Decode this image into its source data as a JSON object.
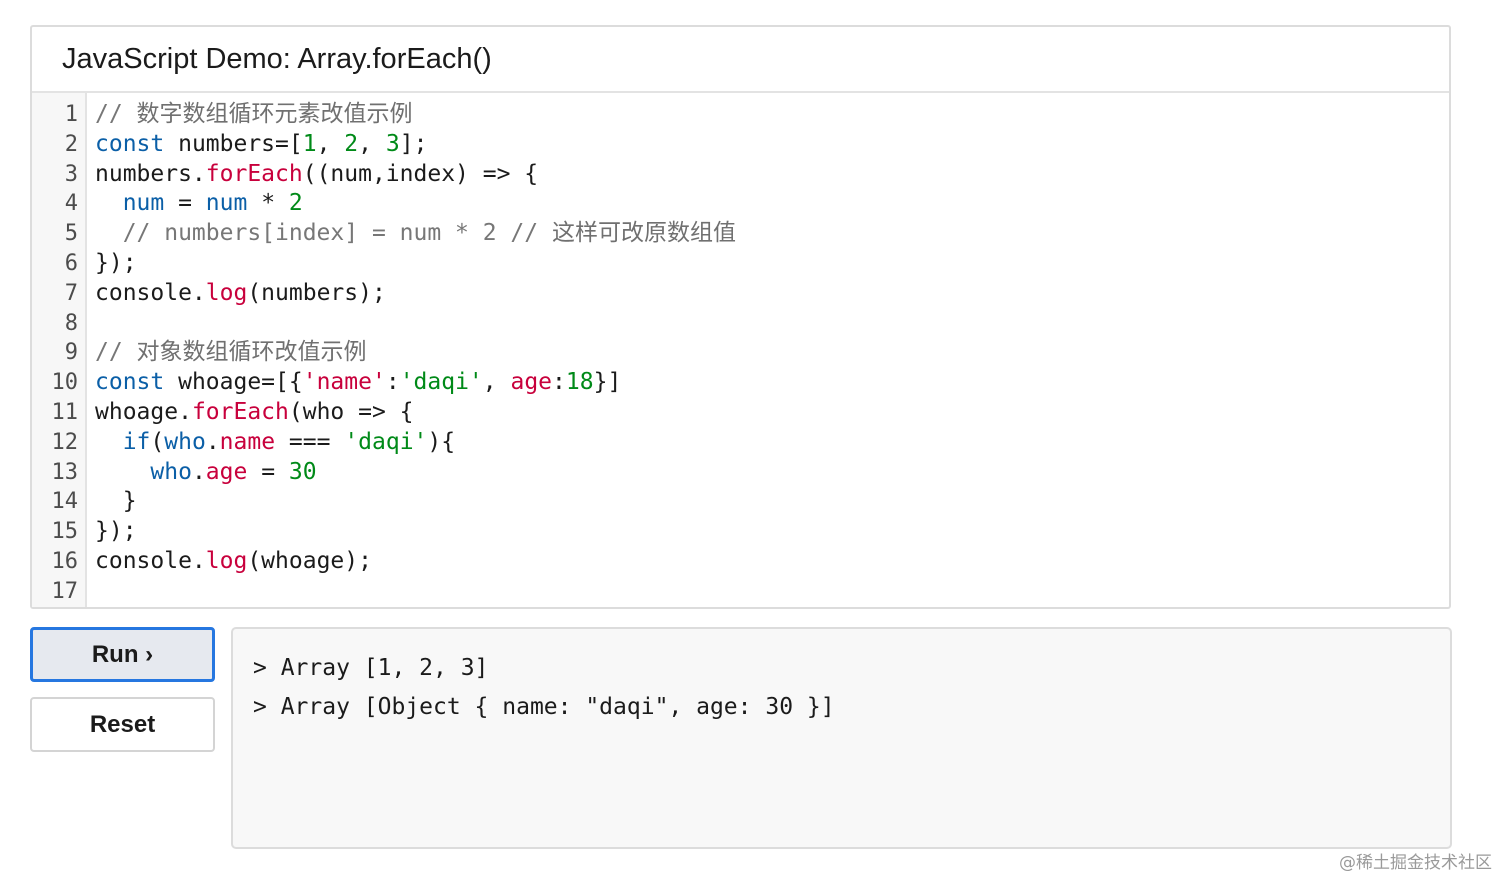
{
  "header": {
    "title": "JavaScript Demo: Array.forEach()"
  },
  "editor": {
    "line_numbers": [
      "1",
      "2",
      "3",
      "4",
      "5",
      "6",
      "7",
      "8",
      "9",
      "10",
      "11",
      "12",
      "13",
      "14",
      "15",
      "16",
      "17"
    ],
    "lines": [
      [
        {
          "t": "// ",
          "c": "cm"
        },
        {
          "t": "数字数组循环元素改值示例",
          "c": "cmcn"
        }
      ],
      [
        {
          "t": "const",
          "c": "kw"
        },
        {
          "t": " numbers=[",
          "c": ""
        },
        {
          "t": "1",
          "c": "num"
        },
        {
          "t": ", ",
          "c": ""
        },
        {
          "t": "2",
          "c": "num"
        },
        {
          "t": ", ",
          "c": ""
        },
        {
          "t": "3",
          "c": "num"
        },
        {
          "t": "];",
          "c": ""
        }
      ],
      [
        {
          "t": "numbers.",
          "c": ""
        },
        {
          "t": "forEach",
          "c": "fn"
        },
        {
          "t": "((num,index) => {",
          "c": ""
        }
      ],
      [
        {
          "t": "  ",
          "c": ""
        },
        {
          "t": "num",
          "c": "vr"
        },
        {
          "t": " = ",
          "c": ""
        },
        {
          "t": "num",
          "c": "vr"
        },
        {
          "t": " * ",
          "c": ""
        },
        {
          "t": "2",
          "c": "num"
        }
      ],
      [
        {
          "t": "  // numbers[index] = num * 2 // ",
          "c": "cm"
        },
        {
          "t": "这样可改原数组值",
          "c": "cmcn"
        }
      ],
      [
        {
          "t": "});",
          "c": ""
        }
      ],
      [
        {
          "t": "console.",
          "c": ""
        },
        {
          "t": "log",
          "c": "fn"
        },
        {
          "t": "(numbers);",
          "c": ""
        }
      ],
      [
        {
          "t": "",
          "c": ""
        }
      ],
      [
        {
          "t": "// ",
          "c": "cm"
        },
        {
          "t": "对象数组循环改值示例",
          "c": "cmcn"
        }
      ],
      [
        {
          "t": "const",
          "c": "kw"
        },
        {
          "t": " whoage=[{",
          "c": ""
        },
        {
          "t": "'name'",
          "c": "strkey"
        },
        {
          "t": ":",
          "c": ""
        },
        {
          "t": "'daqi'",
          "c": "str"
        },
        {
          "t": ", ",
          "c": ""
        },
        {
          "t": "age",
          "c": "strkey"
        },
        {
          "t": ":",
          "c": ""
        },
        {
          "t": "18",
          "c": "num"
        },
        {
          "t": "}]",
          "c": ""
        }
      ],
      [
        {
          "t": "whoage.",
          "c": ""
        },
        {
          "t": "forEach",
          "c": "fn"
        },
        {
          "t": "(who => {",
          "c": ""
        }
      ],
      [
        {
          "t": "  ",
          "c": ""
        },
        {
          "t": "if",
          "c": "kw"
        },
        {
          "t": "(",
          "c": ""
        },
        {
          "t": "who",
          "c": "vr"
        },
        {
          "t": ".",
          "c": ""
        },
        {
          "t": "name",
          "c": "fn"
        },
        {
          "t": " === ",
          "c": ""
        },
        {
          "t": "'daqi'",
          "c": "str"
        },
        {
          "t": "){",
          "c": ""
        }
      ],
      [
        {
          "t": "    ",
          "c": ""
        },
        {
          "t": "who",
          "c": "vr"
        },
        {
          "t": ".",
          "c": ""
        },
        {
          "t": "age",
          "c": "fn"
        },
        {
          "t": " = ",
          "c": ""
        },
        {
          "t": "30",
          "c": "num"
        }
      ],
      [
        {
          "t": "  }",
          "c": ""
        }
      ],
      [
        {
          "t": "});",
          "c": ""
        }
      ],
      [
        {
          "t": "console.",
          "c": ""
        },
        {
          "t": "log",
          "c": "fn"
        },
        {
          "t": "(whoage);",
          "c": ""
        }
      ],
      [
        {
          "t": "",
          "c": ""
        }
      ]
    ]
  },
  "controls": {
    "run_label": "Run ›",
    "reset_label": "Reset"
  },
  "console": {
    "outputs": [
      "> Array [1, 2, 3]",
      "> Array [Object { name: \"daqi\", age: 30 }]"
    ]
  },
  "watermark": {
    "text": "@稀土掘金技术社区"
  },
  "colors": {
    "keyword": "#0b5fa7",
    "function": "#c8003c",
    "number": "#008a18",
    "comment": "#777777",
    "run_border": "#2677e0"
  }
}
